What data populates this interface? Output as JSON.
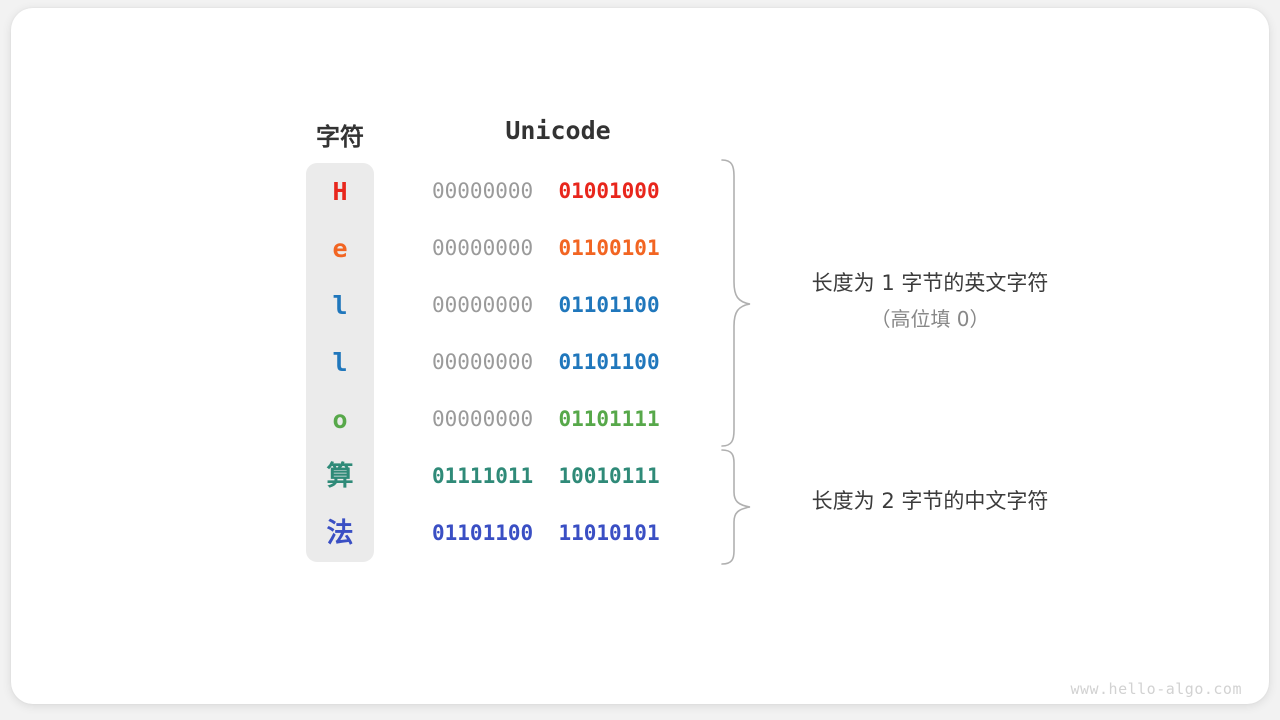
{
  "headers": {
    "character": "字符",
    "unicode": "Unicode"
  },
  "colors": {
    "red": "#e8261c",
    "orange": "#f26522",
    "blue": "#2077bc",
    "green": "#57a84a",
    "teal": "#2f8a78",
    "indigo": "#3a4fc4",
    "gray_high_bits": "#9a9a9a",
    "pill_background": "#ebebeb",
    "card_background": "#ffffff",
    "page_background": "#f2f2f2",
    "brace": "#b0b0b0",
    "watermark": "#d2d2d2"
  },
  "rows": [
    {
      "char": "H",
      "high": "00000000",
      "low": "01001000",
      "color": "#e8261c",
      "cjk": false,
      "high_bold": false
    },
    {
      "char": "e",
      "high": "00000000",
      "low": "01100101",
      "color": "#f26522",
      "cjk": false,
      "high_bold": false
    },
    {
      "char": "l",
      "high": "00000000",
      "low": "01101100",
      "color": "#2077bc",
      "cjk": false,
      "high_bold": false
    },
    {
      "char": "l",
      "high": "00000000",
      "low": "01101100",
      "color": "#2077bc",
      "cjk": false,
      "high_bold": false
    },
    {
      "char": "o",
      "high": "00000000",
      "low": "01101111",
      "color": "#57a84a",
      "cjk": false,
      "high_bold": false
    },
    {
      "char": "算",
      "high": "01111011",
      "low": "10010111",
      "color": "#2f8a78",
      "cjk": true,
      "high_bold": true
    },
    {
      "char": "法",
      "high": "01101100",
      "low": "11010101",
      "color": "#3a4fc4",
      "cjk": true,
      "high_bold": true
    }
  ],
  "annotations": [
    {
      "main": "长度为 1 字节的英文字符",
      "sub": "（高位填 0）"
    },
    {
      "main": "长度为 2 字节的中文字符",
      "sub": ""
    }
  ],
  "watermark": "www.hello-algo.com"
}
